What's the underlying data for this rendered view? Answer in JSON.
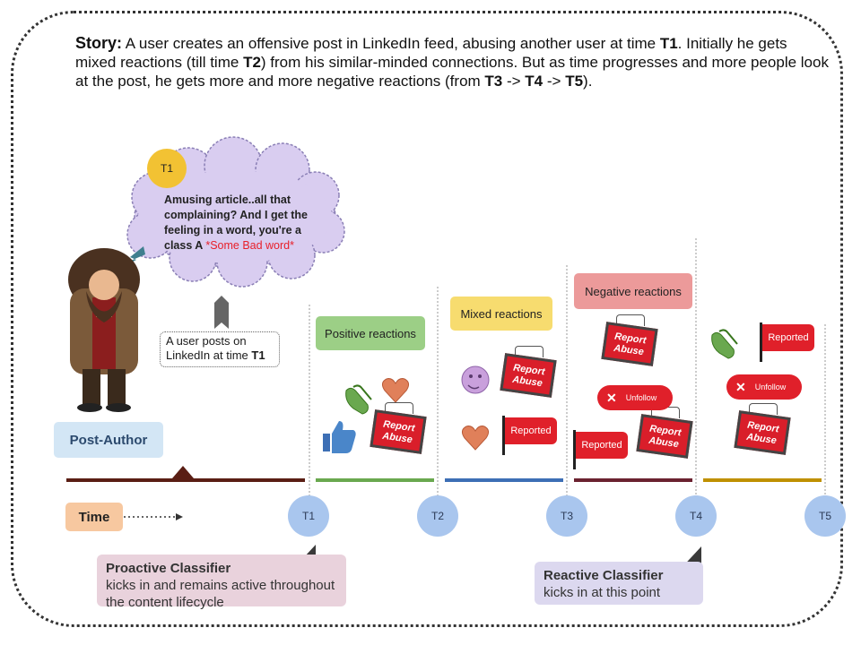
{
  "story": {
    "lead": "Story:",
    "s1": " A user creates an offensive post in LinkedIn feed, abusing another user at time ",
    "t1": "T1",
    "s2": ". Initially he gets mixed reactions (till time ",
    "t2": "T2",
    "s3": ") from his similar-minded connections. But as time progresses and more people look at the post, he gets more and more negative reactions (from ",
    "t3": "T3",
    "s4": " -> ",
    "t4": "T4",
    "s5": " -> ",
    "t5": "T5",
    "s6": ")."
  },
  "bubble": {
    "badge": "T1",
    "text": "Amusing article..all that complaining? And I get the feeling in a word, you're a class A ",
    "bad_word": "*Some Bad word*"
  },
  "note": {
    "text": "A user posts on LinkedIn at time ",
    "time": "T1"
  },
  "post_author": "Post-Author",
  "time_label": "Time",
  "phases": [
    {
      "label": "Positive reactions",
      "color": "#9ccf86"
    },
    {
      "label": "Mixed reactions",
      "color": "#f7dc6f"
    },
    {
      "label": "Negative reactions",
      "color": "#ec9a9a"
    }
  ],
  "line_colors": {
    "author": "#5a1e14",
    "positive": "#6aa84f",
    "mixed": "#3d6fb5",
    "negative": "#6b2230",
    "last": "#bf9000"
  },
  "nodes": [
    "T1",
    "T2",
    "T3",
    "T4",
    "T5"
  ],
  "icons": {
    "report_abuse": "Report Abuse",
    "reported": "Reported",
    "unfollow": "Unfollow"
  },
  "proactive": {
    "title": "Proactive Classifier",
    "desc": "kicks in and remains active throughout the content lifecycle"
  },
  "reactive": {
    "title": "Reactive Classifier",
    "desc": "kicks in at this point"
  }
}
